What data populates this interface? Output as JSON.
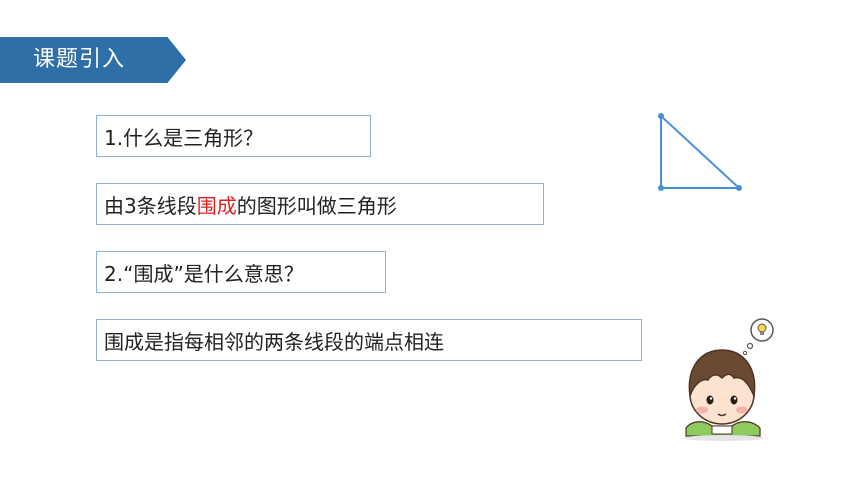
{
  "header": {
    "title": "课题引入"
  },
  "questions": {
    "q1": "1.什么是三角形？",
    "a1": {
      "before": "由3条线段",
      "highlight": "围成",
      "after": "的图形叫做三角形"
    },
    "q2": "2.“围成”是什么意思？",
    "a2": "围成是指每相邻的两条线段的端点相连"
  },
  "colors": {
    "banner": "#2E6FA8",
    "highlight": "#E02020",
    "triangle": "#4A90D9",
    "box_border": "#8FB1D6"
  },
  "icons": {
    "triangle": "right-triangle-figure",
    "kid": "thinking-kid-illustration"
  }
}
